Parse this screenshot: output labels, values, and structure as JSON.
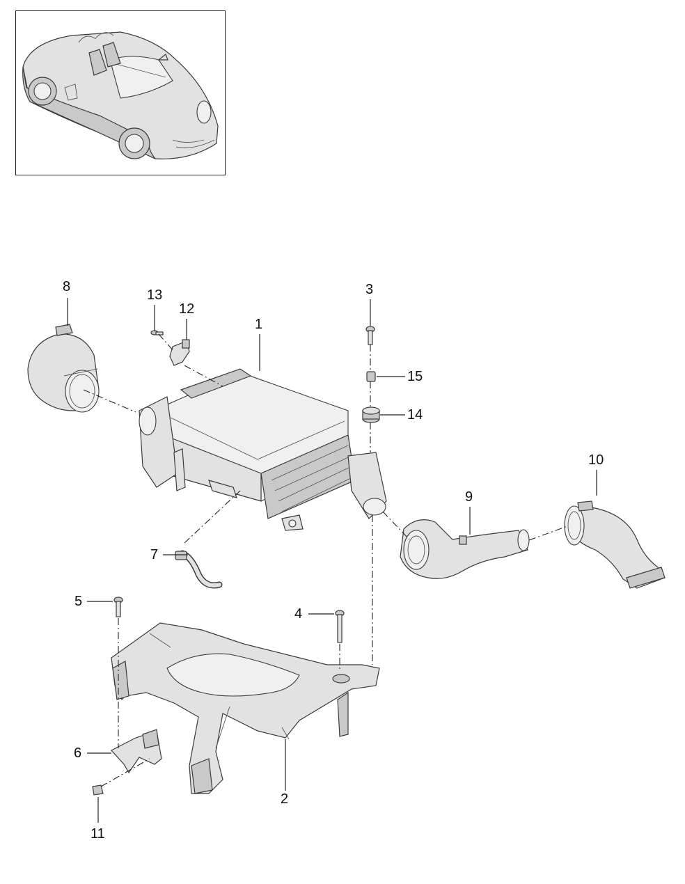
{
  "callouts": {
    "c1": "1",
    "c2": "2",
    "c3": "3",
    "c4": "4",
    "c5": "5",
    "c6": "6",
    "c7": "7",
    "c8": "8",
    "c9": "9",
    "c10": "10",
    "c11": "11",
    "c12": "12",
    "c13": "13",
    "c14": "14",
    "c15": "15"
  },
  "colors": {
    "line": "#222222",
    "part_fill": "#e2e2e2",
    "part_shadow": "#c9c9c9",
    "background": "#ffffff"
  }
}
